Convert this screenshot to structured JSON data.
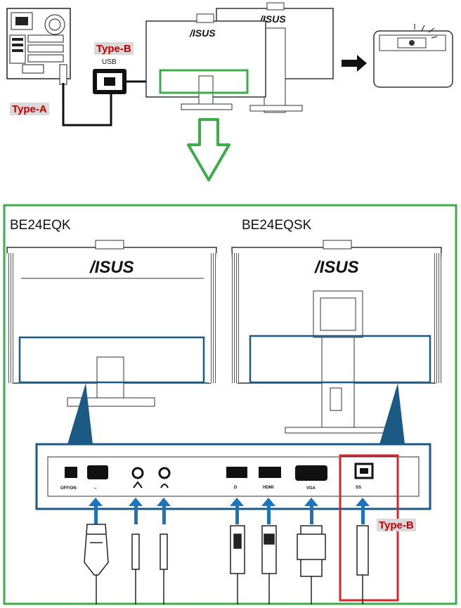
{
  "top": {
    "type_b_label": "Type-B",
    "type_a_label": "Type-A",
    "usb_label": "USB",
    "brand": "/ISUS"
  },
  "detail": {
    "model_left": "BE24EQK",
    "model_right": "BE24EQSK",
    "brand": "/ISUS",
    "type_b_label": "Type-B",
    "ports": {
      "power_switch": "OFF/ON",
      "power_in": "~",
      "hdmi": "HDMI",
      "vga": "VGA",
      "dp": "D"
    }
  },
  "colors": {
    "frame_green": "#3cae49",
    "callout_blue": "#1c5a86",
    "highlight_red": "#d9262b",
    "label_red": "#c00000",
    "arrow_blue": "#1c75bc"
  },
  "icons": [
    "pc-tower-icon",
    "usb-connector-icon",
    "monitor-back-icon",
    "webcam-on-icon",
    "arrow-right-icon",
    "arrow-down-icon",
    "audio-in-icon",
    "headphone-icon",
    "displayport-icon",
    "hdmi-icon",
    "vga-icon",
    "usb3-icon"
  ]
}
